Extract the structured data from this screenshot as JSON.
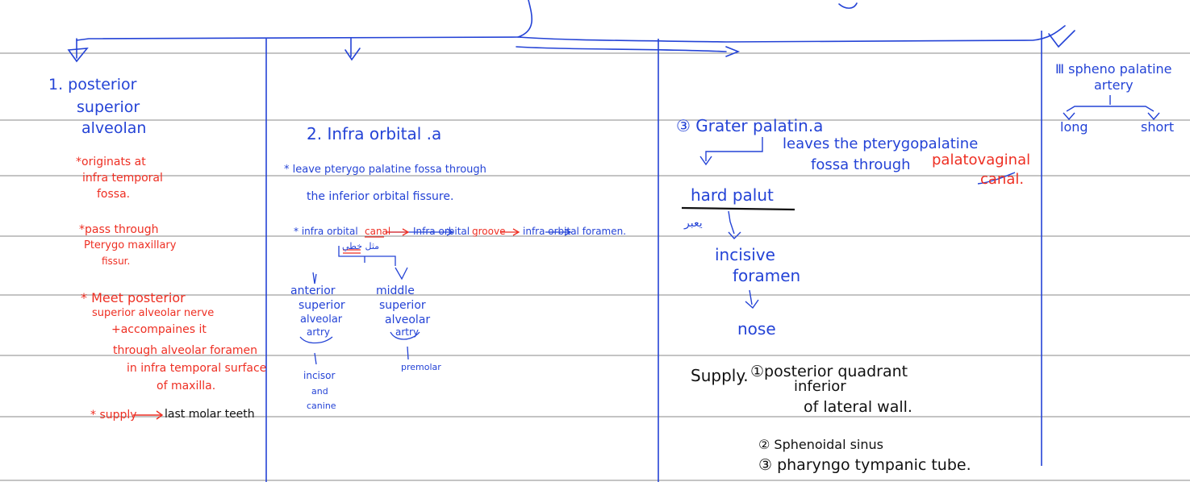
{
  "colors": {
    "ink_blue": "#2443d6",
    "ink_red": "#ee2f23",
    "ink_black": "#111111",
    "rule_line": "#8a8a8a",
    "background": "#ffffff"
  },
  "columns": [
    {
      "title": [
        "1. posterior",
        "superior",
        "alveolan"
      ],
      "notes": [
        [
          "*originats at",
          "infra temporal",
          "fossa."
        ],
        [
          "*pass through",
          "Pterygo maxillary",
          "fissur."
        ],
        [
          "* Meet posterior",
          "superior alveolar nerve",
          "+accompaines it",
          "through alveolar foramen",
          "in infra temporal surface",
          "of maxilla."
        ]
      ],
      "supply_label": "* supply",
      "supply_text": "last molar teeth"
    },
    {
      "title": "2. Infra orbital .a",
      "note_1_line_1": "* leave pterygo palatine fossa through",
      "note_1_line_2": "the inferior orbital fissure.",
      "path_start": "* infra orbital",
      "path_canal": "canal",
      "path_groove_pre": "Infra orbital",
      "path_groove": "groove",
      "path_end": "infra orbital foramen.",
      "arabic_note": "مثل خطي",
      "branches": [
        {
          "name": [
            "anterior",
            "superior",
            "alveolar",
            "artry"
          ],
          "supplies": [
            "incisor",
            "and",
            "canine"
          ]
        },
        {
          "name": [
            "middle",
            "superior",
            "alveolar",
            "artry"
          ],
          "supplies": [
            "premolar"
          ]
        }
      ]
    },
    {
      "title": "③ Grater palatin.a",
      "leaves_line_1": "leaves the pterygopalatine",
      "leaves_line_2": "fossa through",
      "leaves_red_1": "palatovaginal",
      "leaves_red_2": "canal.",
      "hard_palate": "hard palut",
      "arabic_note": "يعبر",
      "chain": [
        "incisive",
        "foramen",
        "nose"
      ],
      "supply_label": "Supply.",
      "supply_items": [
        "①posterior quadrant",
        "inferior",
        "of lateral wall.",
        "② Sphenoidal sinus",
        "③ pharyngo tympanic tube."
      ]
    },
    {
      "title": [
        "Ⅲ spheno palatine",
        "artery"
      ],
      "branches": [
        "long",
        "short"
      ]
    }
  ]
}
